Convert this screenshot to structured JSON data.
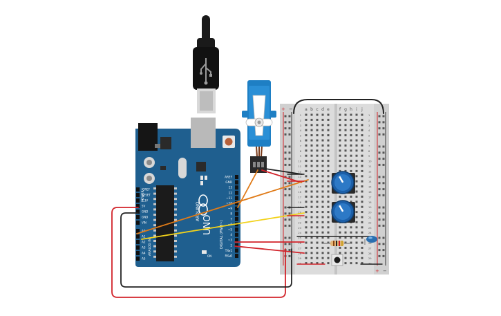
{
  "arduino": {
    "brand": "ARDUINO",
    "model": "UNO",
    "power_header_title": "POWER",
    "analog_header_title": "ANALOG IN",
    "digital_header_title": "DIGITAL (PWM~)",
    "power_pins": [
      "IOREF",
      "RESET",
      "3.3V",
      "5V",
      "GND",
      "GND",
      "VIN"
    ],
    "analog_pins": [
      "A0",
      "A1",
      "A2",
      "A3",
      "A4",
      "A5"
    ],
    "digital_pins": [
      "AREF",
      "GND",
      "13",
      "12",
      "~11",
      "~10",
      "~9",
      "8",
      "7",
      "~6",
      "~5",
      "4",
      "~3",
      "2",
      "TX▸1",
      "RX◂0"
    ],
    "on_label": "ON",
    "tx_label": "TX",
    "rx_label": "RX",
    "l_label": "L"
  },
  "breadboard": {
    "column_letters_left": [
      "a",
      "b",
      "c",
      "d",
      "e"
    ],
    "column_letters_right": [
      "f",
      "g",
      "h",
      "i",
      "j"
    ],
    "row_numbers": [
      "1",
      "2",
      "3",
      "4",
      "5",
      "6",
      "7",
      "8",
      "9",
      "10",
      "11",
      "12",
      "13",
      "14",
      "15",
      "16",
      "17",
      "18",
      "19",
      "20",
      "21",
      "22",
      "23",
      "24",
      "25",
      "26",
      "27",
      "28",
      "29",
      "30"
    ],
    "rail_plus": "+",
    "rail_minus": "−"
  },
  "colors": {
    "board_blue": "#1f5f8f",
    "servo_blue": "#1e7fc4",
    "wire_red": "#d2232a",
    "wire_black": "#222222",
    "wire_orange": "#e07b18",
    "wire_yellow": "#f2d21b",
    "pot_blue": "#1c5fa8"
  }
}
